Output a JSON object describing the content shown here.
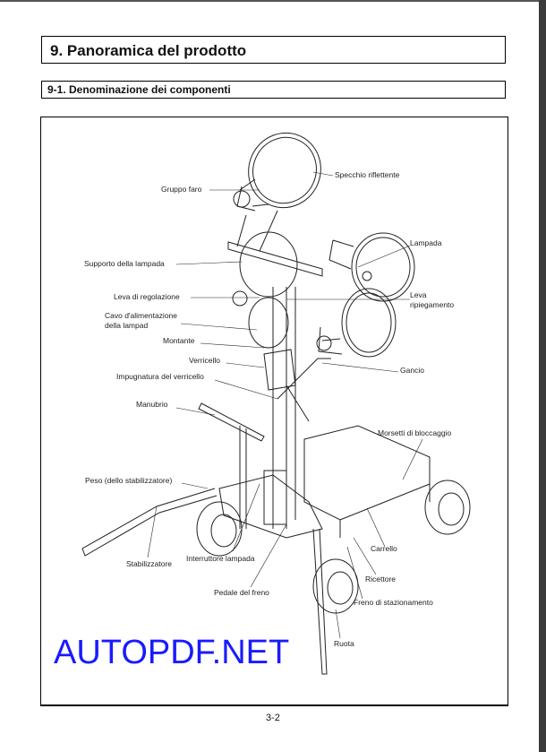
{
  "header": {
    "title": "9. Panoramica del prodotto",
    "subtitle": "9-1. Denominazione dei componenti"
  },
  "figure": {
    "labels": {
      "gruppo_faro": "Gruppo faro",
      "specchio": "Specchio riflettente",
      "lampada": "Lampada",
      "supporto": "Supporto della lampada",
      "leva_regolazione": "Leva di regolazione",
      "leva_ripiegamento_1": "Leva",
      "leva_ripiegamento_2": "ripiegamento",
      "cavo_1": "Cavo d'alimentazione",
      "cavo_2": "della lampad",
      "montante": "Montante",
      "verricello": "Verricello",
      "impugnatura": "Impugnatura del verricello",
      "gancio": "Gancio",
      "manubrio": "Manubrio",
      "morsetti": "Morsetti di bloccaggio",
      "peso": "Peso (dello stabilizzatore)",
      "stabilizzatore": "Stabilizzatore",
      "interruttore": "Interruttore lampada",
      "pedale": "Pedale del freno",
      "carrello": "Carrello",
      "ricettore": "Ricettore",
      "freno_staz": "Freno di stazionamento",
      "ruota": "Ruota"
    }
  },
  "watermark": "AUTOPDF.NET",
  "footer": {
    "page_number": "3-2"
  }
}
